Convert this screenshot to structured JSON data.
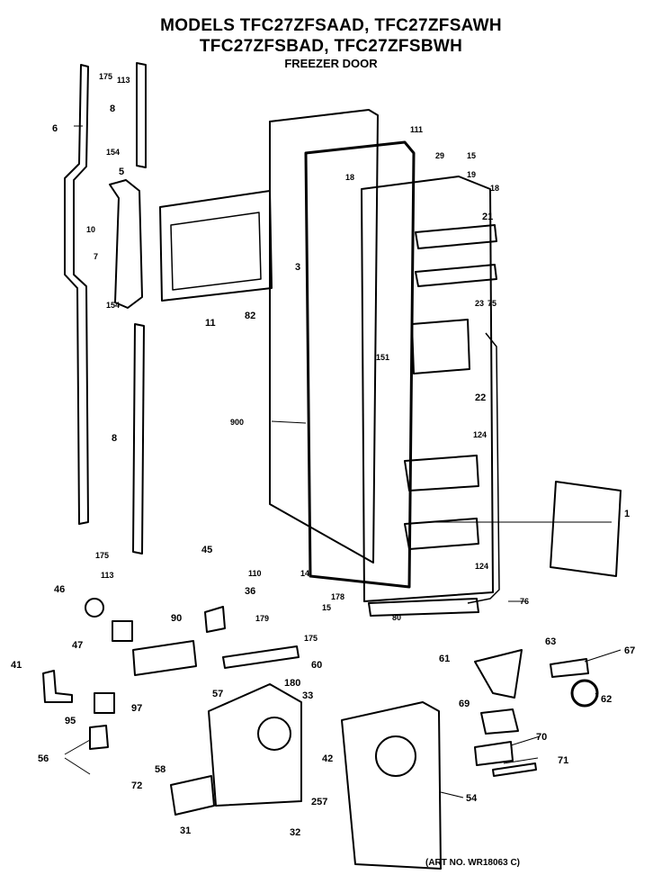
{
  "header": {
    "line1": "MODELS TFC27ZFSAAD, TFC27ZFSAWH",
    "line2": "TFC27ZFSBAD, TFC27ZFSBWH",
    "subtitle": "FREEZER DOOR"
  },
  "footer": {
    "art_number": "(ART NO. WR18063 C)"
  },
  "callouts": [
    "175",
    "113",
    "6",
    "8",
    "154",
    "5",
    "10",
    "7",
    "154",
    "11",
    "3",
    "82",
    "900",
    "8",
    "175",
    "113",
    "111",
    "29",
    "15",
    "19",
    "18",
    "18",
    "21",
    "23",
    "75",
    "151",
    "22",
    "124",
    "124",
    "1",
    "14",
    "178",
    "15",
    "80",
    "76",
    "45",
    "110",
    "46",
    "36",
    "47",
    "90",
    "179",
    "175",
    "60",
    "41",
    "97",
    "57",
    "180",
    "33",
    "95",
    "56",
    "72",
    "58",
    "42",
    "257",
    "31",
    "32",
    "54",
    "61",
    "63",
    "67",
    "69",
    "70",
    "71",
    "62"
  ]
}
